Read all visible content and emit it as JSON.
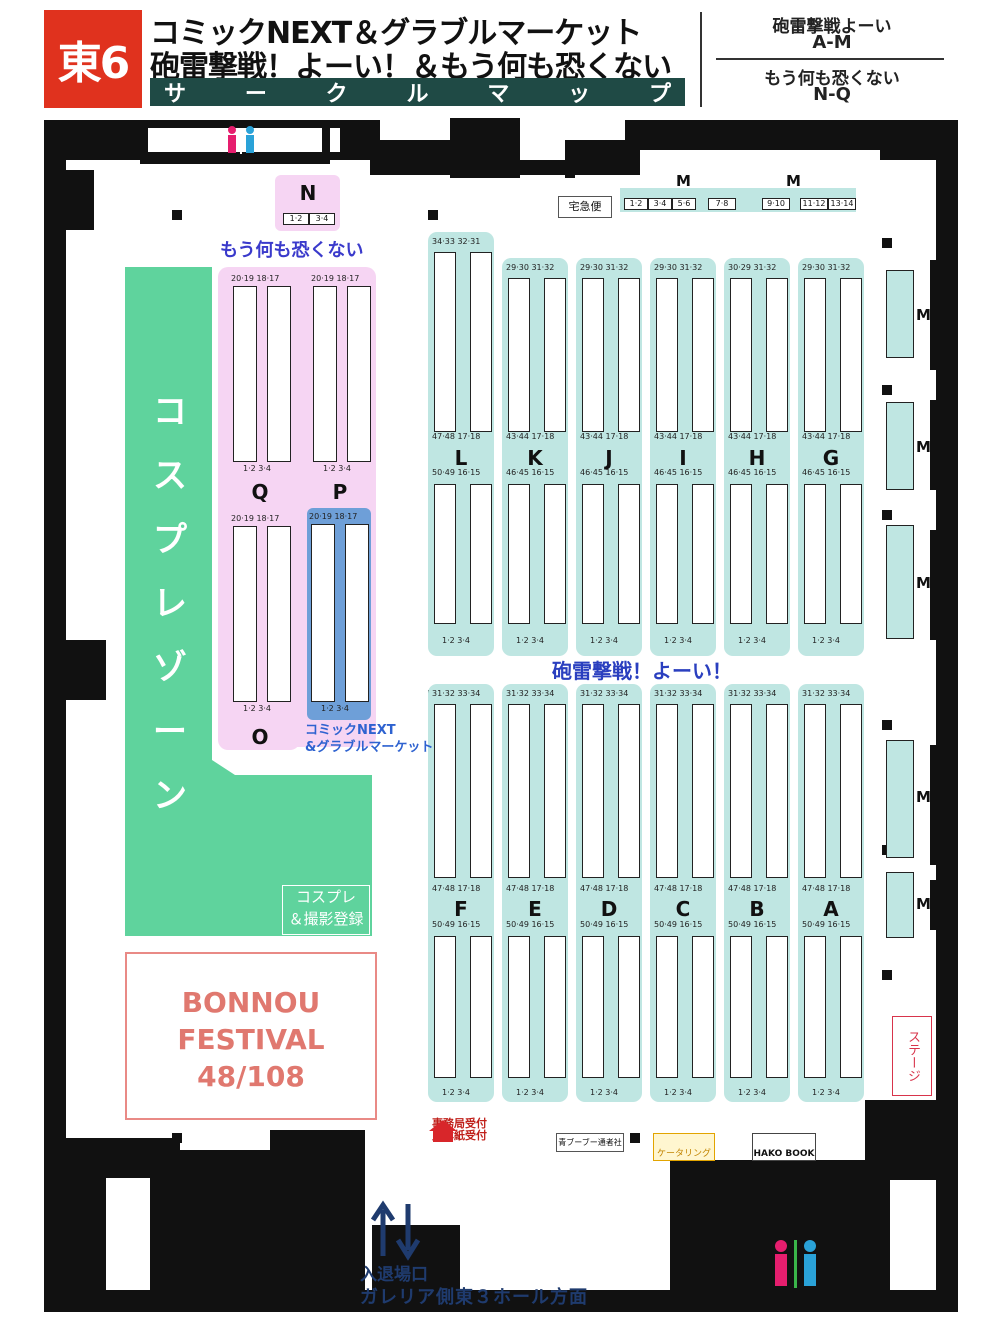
{
  "header": {
    "hall": "東6",
    "title_line_1": "コミックNEXT＆グラブルマーケット",
    "title_line_2": "砲雷撃戦！よーい！＆もう何も恐くない",
    "subtitle": [
      "サ",
      "ー",
      "ク",
      "ル",
      "マ",
      "ッ",
      "プ"
    ]
  },
  "legend": [
    {
      "event": "砲雷撃戦よーい",
      "range": "A-M"
    },
    {
      "event": "もう何も恐くない",
      "range": "N-Q"
    }
  ],
  "zones": {
    "mou_caption": "もう何も恐くない",
    "houraigeki_caption": "砲雷撃戦！よーい！",
    "comic_caption_1": "コミックNEXT",
    "comic_caption_2": "&グラブルマーケット",
    "cosplay_zone": [
      "コ",
      "ス",
      "プ",
      "レ",
      "ゾ",
      "ー",
      "ン"
    ],
    "cosplay_registration_1": "コスプレ",
    "cosplay_registration_2": "＆撮影登録",
    "bonnou": [
      "BONNOU",
      "FESTIVAL",
      "48/108"
    ]
  },
  "blocks": {
    "top_row": [
      "L",
      "K",
      "J",
      "I",
      "H",
      "G"
    ],
    "bottom_row": [
      "F",
      "E",
      "D",
      "C",
      "B",
      "A"
    ],
    "nq": {
      "N": "N",
      "Q": "Q",
      "P": "P",
      "O": "O"
    },
    "m_labels": [
      "M",
      "M",
      "M",
      "M",
      "M",
      "M",
      "M"
    ]
  },
  "strip_labels": {
    "top_head_L": "34·33 32·31",
    "top_head_std": "29·30 31·32",
    "top_h1": "30·29 31·32",
    "mid_a": "47·48 17·18",
    "mid_b": "43·44 17·18",
    "mid_c": "50·49 16·15",
    "mid_d": "46·45 16·15",
    "foot": "1·2  3·4",
    "bottom_head": "31·32 33·34",
    "nq_head": "20·19 18·17",
    "n_boxes": [
      "1·2",
      "3·4"
    ],
    "m_top_boxes": [
      "1·2",
      "3·4",
      "5·6",
      "7·8",
      "9·10",
      "11·12",
      "13·14"
    ]
  },
  "booths": {
    "takkyubin": "宅急便",
    "office_1": "事務局受付",
    "office_2": "見本紙受付",
    "chimney": "青ブーブー通者社",
    "catering": "ケータリング",
    "hakobook": "HAKO BOOK",
    "stage": "ステージ"
  },
  "entrance": {
    "label": "入退場口",
    "direction": "ガレリア側東３ホール方面"
  },
  "colors": {
    "badge": "#e0321e",
    "subtitle_bar": "#1f4a45",
    "island": "#bfe6e2",
    "nq_zone": "#f6d5f3",
    "cosplay": "#5fd39d",
    "comic_island": "#6e9fd8",
    "bonnou": "#e0786f"
  }
}
